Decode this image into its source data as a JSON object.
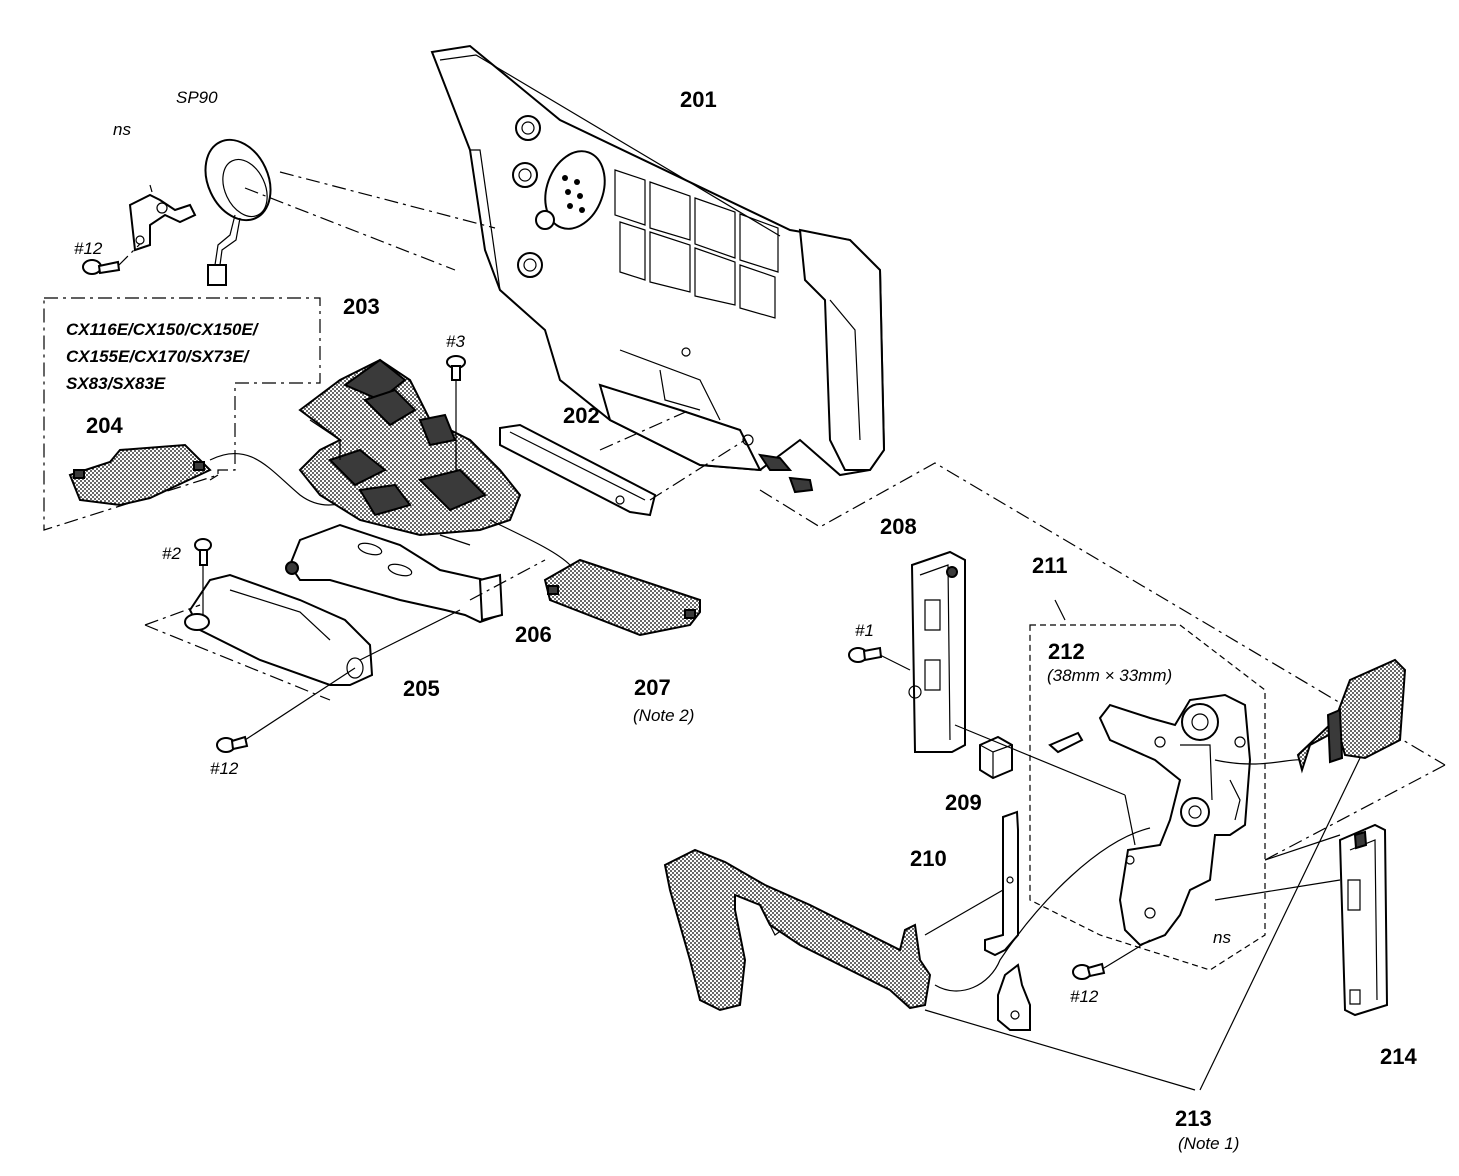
{
  "labels": {
    "p201": "201",
    "p202": "202",
    "p203": "203",
    "p204": "204",
    "p205": "205",
    "p206": "206",
    "p207": "207",
    "p208": "208",
    "p209": "209",
    "p210": "210",
    "p211": "211",
    "p212": "212",
    "p213": "213",
    "p214": "214",
    "sp90": "SP90",
    "ns_top": "ns",
    "ns_right": "ns",
    "screw12_a": "#12",
    "screw12_b": "#12",
    "screw12_c": "#12",
    "screw3": "#3",
    "screw2": "#2",
    "screw1": "#1",
    "size_212": "(38mm × 33mm)",
    "note_207": "(Note 2)",
    "note_213": "(Note 1)"
  },
  "models": [
    "CX116E/CX150/CX150E/",
    "CX155E/CX170/SX73E/",
    "SX83/SX83E"
  ]
}
